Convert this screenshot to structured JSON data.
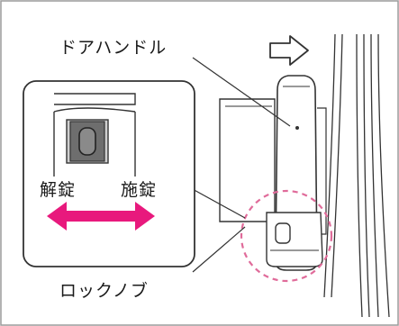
{
  "labels": {
    "door_handle": "ドアハンドル",
    "unlock": "解錠",
    "lock": "施錠",
    "lock_knob": "ロックノブ"
  },
  "colors": {
    "arrow": "#e8197d",
    "highlight_circle": "#e06b9a",
    "line": "#333333",
    "knob_fill": "#6e6e6e",
    "border": "#999999"
  },
  "icons": {
    "direction": "right-arrow-outline-icon",
    "slide": "double-headed-arrow-icon"
  }
}
